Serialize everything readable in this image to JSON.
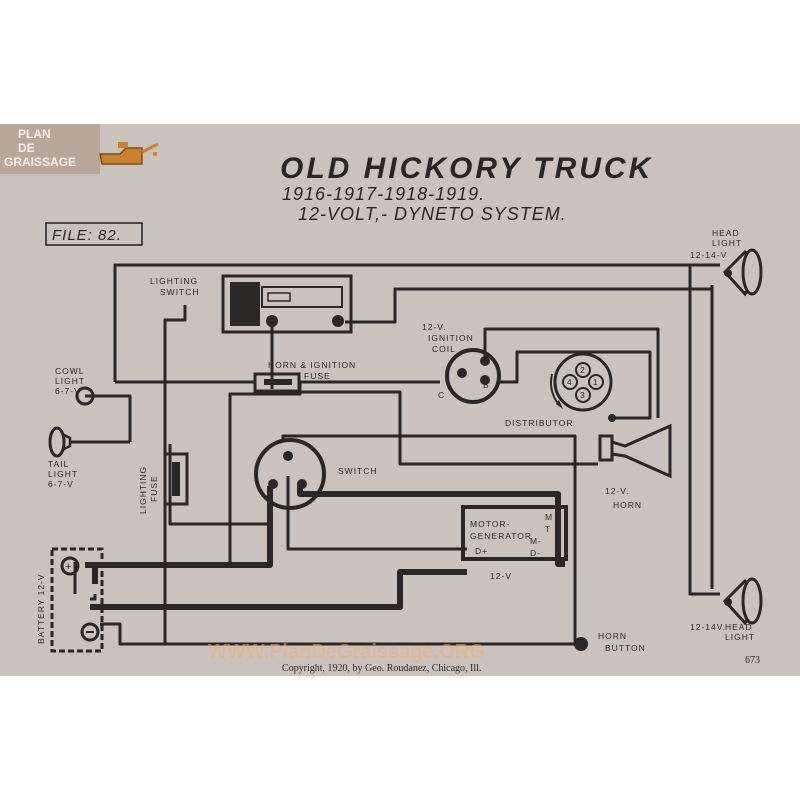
{
  "logo": {
    "line1": "PLAN",
    "line2": "DE",
    "line3": "GRAISSAGE"
  },
  "title": "OLD HICKORY TRUCK",
  "years": "1916-1917-1918-1919.",
  "system": "12-VOLT,- DYNETO SYSTEM.",
  "file": "FILE: 82.",
  "labels": {
    "lighting_switch_1": "LIGHTING",
    "lighting_switch_2": "SWITCH",
    "head_light_top_1": "HEAD",
    "head_light_top_2": "LIGHT",
    "head_light_top_3": "12-14-V",
    "ignition_coil_1": "12-V.",
    "ignition_coil_2": "IGNITION",
    "ignition_coil_3": "COIL",
    "horn_ign_fuse_1": "HORN & IGNITION",
    "horn_ign_fuse_2": "FUSE",
    "cowl_light_1": "COWL",
    "cowl_light_2": "LIGHT",
    "cowl_light_3": "6-7-V",
    "tail_light_1": "TAIL",
    "tail_light_2": "LIGHT",
    "tail_light_3": "6-7-V",
    "distributor": "DISTRIBUTOR",
    "switch": "SWITCH",
    "lighting_fuse_1": "LIGHTING",
    "lighting_fuse_2": "FUSE",
    "horn_1": "12-V.",
    "horn_2": "HORN",
    "motor_gen_1": "MOTOR-",
    "motor_gen_2": "GENERATOR",
    "motor_gen_3": "12-V",
    "mg_m1": "M",
    "mg_t": "T",
    "mg_m2": "M-",
    "mg_d": "D-",
    "mg_dplus": "D+",
    "battery": "BATTERY 12-V",
    "head_light_bottom_1": "12-14V.",
    "head_light_bottom_2": "HEAD",
    "head_light_bottom_3": "LIGHT",
    "horn_button_1": "HORN",
    "horn_button_2": "BUTTON",
    "c_label": "C",
    "b_label": "B",
    "dist_1": "1",
    "dist_2": "2",
    "dist_3": "3",
    "dist_4": "4"
  },
  "copyright": "Copyright, 1920, by Geo. Roudanez, Chicago, Ill.",
  "page_number": "673",
  "watermark": "WWW.PlanDeGraissage.ORG"
}
